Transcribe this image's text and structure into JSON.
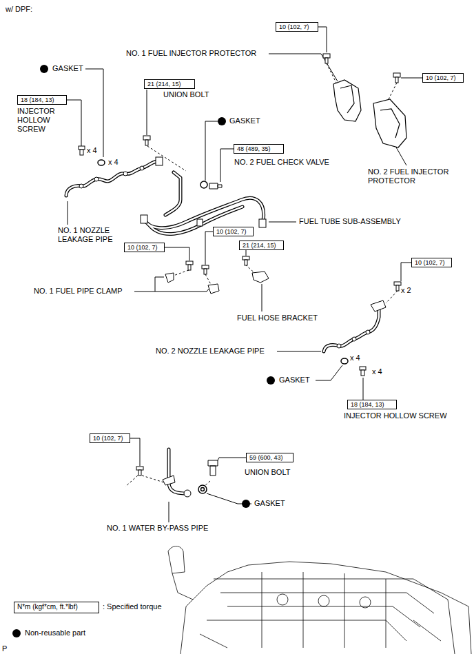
{
  "diagram": {
    "title": "w/ DPF:",
    "nodes": [
      {
        "text": [
          "10 (102, 7)"
        ]
      },
      {
        "text": [
          "18 (184, 13)"
        ]
      },
      {
        "text": [
          "21 (214, 15)"
        ]
      },
      {
        "text": [
          "10 (102, 7)"
        ]
      },
      {
        "text": [
          "48 (489, 35)"
        ]
      },
      {
        "text": [
          "10 (102, 7)"
        ]
      },
      {
        "text": [
          "10 (102, 7)"
        ]
      },
      {
        "text": [
          "21 (214, 15)"
        ]
      },
      {
        "text": [
          "10 (102, 7)"
        ]
      },
      {
        "text": [
          "18 (184, 13)"
        ]
      },
      {
        "text": [
          "10 (102, 7)"
        ]
      },
      {
        "text": [
          "59 (600, 43)"
        ]
      },
      {
        "text": [
          "N*m (kgf*cm, ft.*lbf)"
        ]
      }
    ],
    "labels": [
      "NO. 1 FUEL INJECTOR PROTECTOR",
      "GASKET",
      "INJECTOR HOLLOW SCREW",
      "UNION BOLT",
      "GASKET",
      "x 4",
      "x 4",
      "NO. 2 FUEL CHECK VALVE",
      "NO. 2 FUEL INJECTOR PROTECTOR",
      "NO. 1 NOZZLE LEAKAGE PIPE",
      "FUEL TUBE SUB-ASSEMBLY",
      "NO. 1 FUEL PIPE CLAMP",
      "FUEL HOSE BRACKET",
      "x 2",
      "NO. 2 NOZZLE LEAKAGE PIPE",
      "x 4",
      "x 4",
      "GASKET",
      "INJECTOR HOLLOW SCREW",
      "UNION BOLT",
      "GASKET",
      "NO. 1 WATER BY-PASS PIPE",
      "P"
    ],
    "legend": [
      {
        "text": ": Specified torque"
      },
      {
        "text": "Non-reusable part",
        "color": "#000000"
      }
    ]
  }
}
